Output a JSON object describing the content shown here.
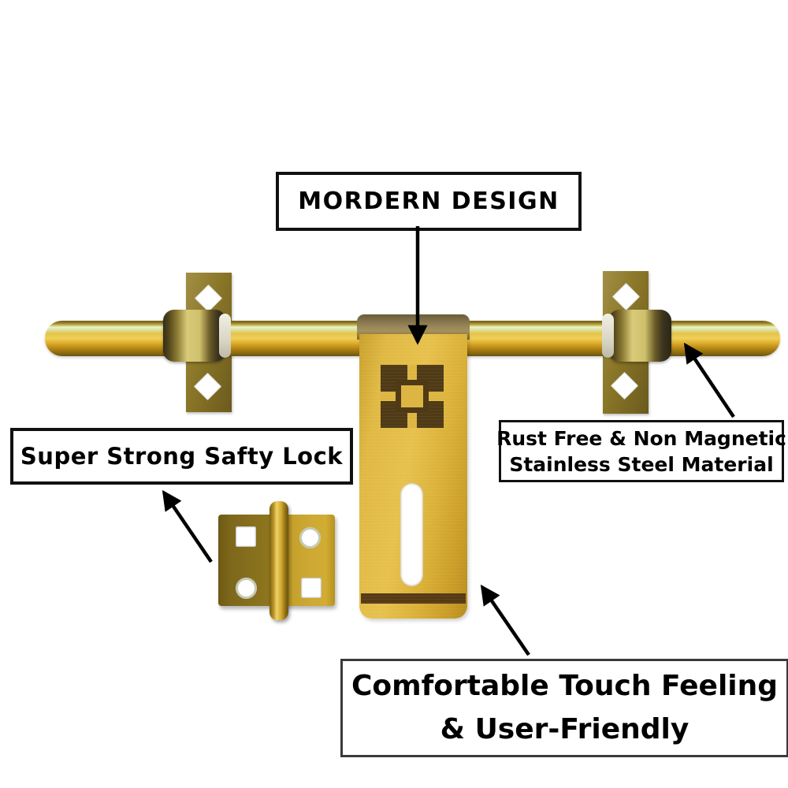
{
  "page": {
    "background": "#ffffff",
    "description": "Annotated product image of a brass door aldrop latch with four feature callouts"
  },
  "callouts": {
    "modern_design": {
      "label": "MORDERN DESIGN"
    },
    "safety_lock": {
      "label": "Super Strong Safty Lock"
    },
    "material": {
      "line1": "Rust Free & Non Magnetic",
      "line2": "Stainless Steel Material"
    },
    "comfort": {
      "line1": "Comfortable Touch Feeling",
      "line2": "& User-Friendly"
    }
  },
  "product": {
    "parts": [
      "latch-rod",
      "left-mount-bracket",
      "right-mount-bracket",
      "left-slide-collar",
      "right-slide-collar",
      "handle-plate",
      "keeper-plate"
    ]
  },
  "colors": {
    "brass_bright": "#f0d058",
    "brass_mid": "#d2a82f",
    "brass_dark": "#6b5512",
    "bracket_olive": "#8a7627",
    "pattern_brown": "#4f3a16",
    "annotation_border": "#111111",
    "annotation_text": "#000000",
    "background": "#ffffff"
  }
}
